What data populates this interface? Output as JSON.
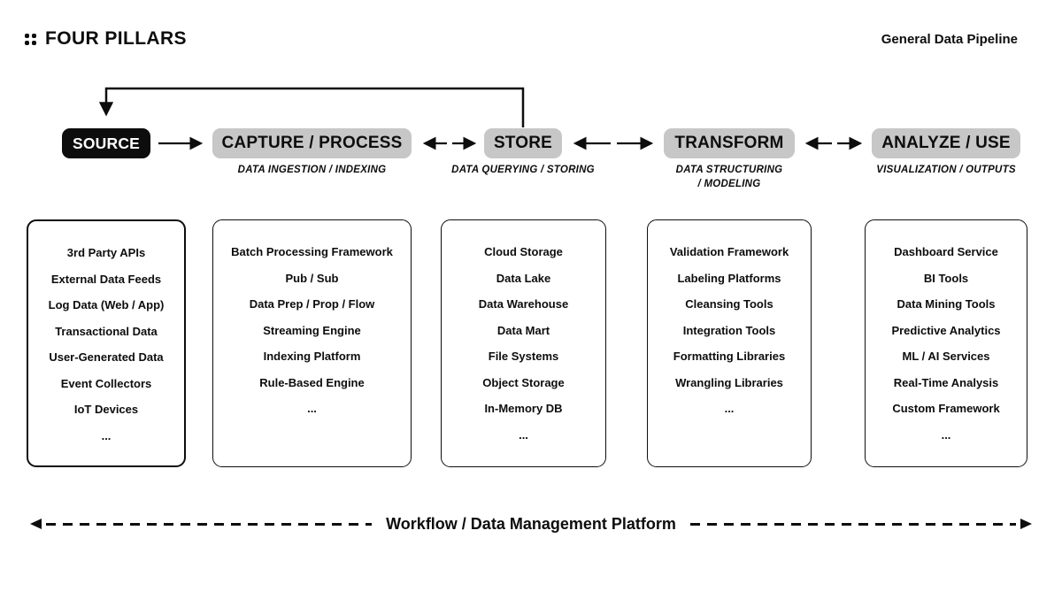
{
  "header": {
    "title": "FOUR PILLARS",
    "tag": "General Data Pipeline"
  },
  "icons": {
    "logo": "four-dots",
    "flow_arrows": "solid-black-triangle-arrowheads"
  },
  "colors": {
    "ink": "#0d0d0d",
    "pill_gray": "#c7c7c7",
    "source_pill": "#0d0d0d",
    "background": "#ffffff"
  },
  "stages": [
    {
      "label": "SOURCE",
      "sublabel": ""
    },
    {
      "label": "CAPTURE / PROCESS",
      "sublabel": "DATA INGESTION / INDEXING"
    },
    {
      "label": "STORE",
      "sublabel": "DATA QUERYING / STORING"
    },
    {
      "label": "TRANSFORM",
      "sublabel": "DATA STRUCTURING\n/ MODELING"
    },
    {
      "label": "ANALYZE / USE",
      "sublabel": "VISUALIZATION / OUTPUTS"
    }
  ],
  "pillars": [
    {
      "items": [
        "3rd Party APIs",
        "External Data Feeds",
        "Log Data (Web / App)",
        "Transactional Data",
        "User-Generated Data",
        "Event Collectors",
        "IoT Devices",
        "..."
      ]
    },
    {
      "items": [
        "Batch Processing Framework",
        "Pub / Sub",
        "Data Prep / Prop / Flow",
        "Streaming Engine",
        "Indexing Platform",
        "Rule-Based Engine",
        "..."
      ]
    },
    {
      "items": [
        "Cloud Storage",
        "Data Lake",
        "Data Warehouse",
        "Data Mart",
        "File Systems",
        "Object Storage",
        "In-Memory DB",
        "..."
      ]
    },
    {
      "items": [
        "Validation Framework",
        "Labeling Platforms",
        "Cleansing Tools",
        "Integration Tools",
        "Formatting Libraries",
        "Wrangling Libraries",
        "..."
      ]
    },
    {
      "items": [
        "Dashboard Service",
        "BI Tools",
        "Data Mining Tools",
        "Predictive Analytics",
        "ML / AI Services",
        "Real-Time Analysis",
        "Custom Framework",
        "..."
      ]
    }
  ],
  "footer": {
    "label": "Workflow / Data Management Platform"
  }
}
